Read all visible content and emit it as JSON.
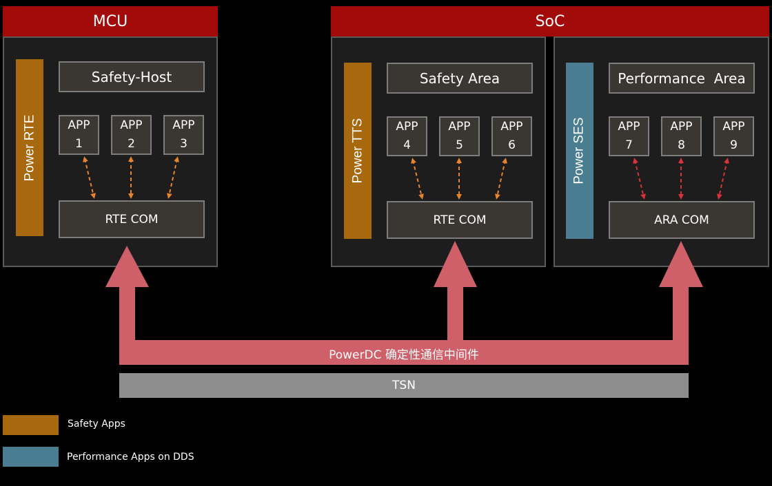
{
  "mcu": {
    "header": "MCU",
    "power_label": "Power RTE",
    "area_label": "Safety-Host",
    "apps": [
      {
        "line1": "APP",
        "line2": "1"
      },
      {
        "line1": "APP",
        "line2": "2"
      },
      {
        "line1": "APP",
        "line2": "3"
      }
    ],
    "com_label": "RTE COM"
  },
  "soc": {
    "header": "SoC",
    "safety": {
      "power_label": "Power TTS",
      "area_label": "Safety Area",
      "apps": [
        {
          "line1": "APP",
          "line2": "4"
        },
        {
          "line1": "APP",
          "line2": "5"
        },
        {
          "line1": "APP",
          "line2": "6"
        }
      ],
      "com_label": "RTE COM"
    },
    "performance": {
      "power_label": "Power SES",
      "area_label": "Performance  Area",
      "apps": [
        {
          "line1": "APP",
          "line2": "7"
        },
        {
          "line1": "APP",
          "line2": "8"
        },
        {
          "line1": "APP",
          "line2": "9"
        }
      ],
      "com_label": "ARA COM"
    }
  },
  "middleware": {
    "label": "PowerDC 确定性通信中间件"
  },
  "tsn": {
    "label": "TSN"
  },
  "legend": [
    {
      "color": "#a8690e",
      "label": "Safety Apps"
    },
    {
      "color": "#4a7d91",
      "label": "Performance Apps on DDS"
    }
  ],
  "colors": {
    "header": "#a30a0a",
    "safety": "#a8690e",
    "performance": "#4a7d91",
    "bus": "#cf5f68",
    "tsn": "#8d8d8d",
    "orange_arrow": "#e8832e",
    "red_arrow": "#d8323a"
  }
}
